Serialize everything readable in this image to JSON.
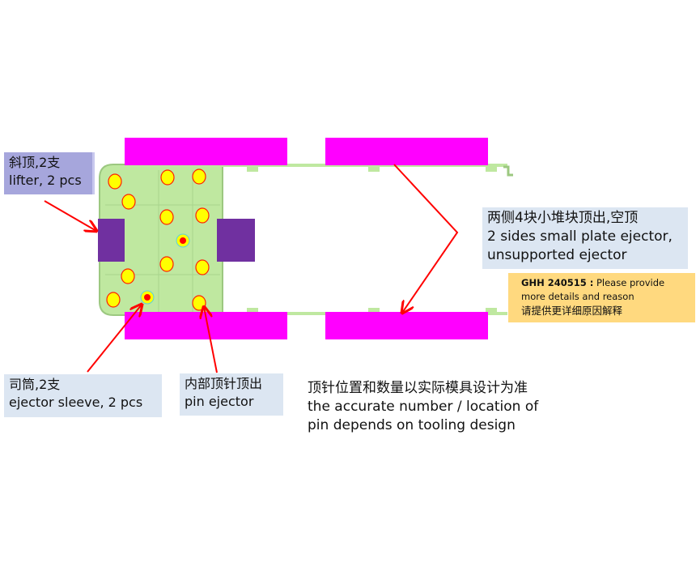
{
  "labels": {
    "lifter": {
      "zh": "斜顶,2支",
      "en": "lifter, 2 pcs"
    },
    "sleeve": {
      "zh": "司筒,2支",
      "en": "ejector sleeve, 2 pcs"
    },
    "pin": {
      "zh": "内部顶针顶出",
      "en": "pin ejector"
    },
    "plate": {
      "zh": "两侧4块小堆块顶出,空顶",
      "en1": "2 sides small plate ejector,",
      "en2": "unsupported ejector"
    },
    "note": {
      "line1": "顶针位置和数量以实际模具设计为准",
      "line2": "the accurate number / location of",
      "line3": "pin depends on tooling design"
    }
  },
  "comment": {
    "author": "GHH 240515 :",
    "text": " Please provide more details and reason",
    "zh": "请提供更详细原因解释"
  },
  "colors": {
    "part": "#bfe8a0",
    "plate": "#ff00ff",
    "lifter": "#7030a0",
    "pin": "#ffff00",
    "arrow": "#ff0000"
  }
}
